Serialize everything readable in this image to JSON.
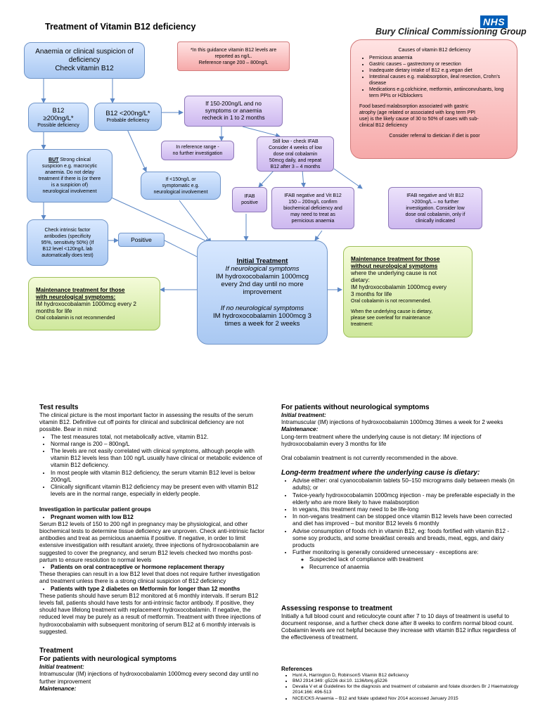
{
  "header": {
    "title": "Treatment of Vitamin B12 deficiency",
    "nhs": "NHS",
    "org": "Bury Clinical Commissioning Group"
  },
  "flow": {
    "start": [
      "Anaemia or clinical suspicion of",
      "deficiency",
      "Check vitamin B12"
    ],
    "note": [
      "*In this guidance vitamin B12 levels are",
      "reported as ng/L.",
      "Reference range 200 – 800ng/L"
    ],
    "b12_high": [
      "B12",
      "≥200ng/L*",
      "Possible deficiency"
    ],
    "b12_low": [
      "B12  <200ng/L*",
      "Probable deficiency"
    ],
    "recheck": [
      "If 150-200ng/L and no",
      "symptoms or anaemia",
      "recheck in 1 to 2 months"
    ],
    "ref_range": [
      "In reference range -",
      "no further investigation"
    ],
    "still_low": [
      "Still low - check IFAB",
      "Consider 4 weeks of low",
      "dose oral cobalamin",
      "50mcg daily, and repeat",
      "B12  after 3 – 4 months"
    ],
    "but_title": "BUT",
    "but_text": [
      "Strong clinical",
      "suspicion e.g. macrocytic",
      "anaemia. Do not delay",
      "treatment if there is (or there",
      "is a suspicion of)",
      "neurological involvement"
    ],
    "lt150": [
      "If <150ng/L or",
      "symptomatic e.g.",
      "neurological involvement"
    ],
    "ifab_pos": [
      "IFAB",
      "positive"
    ],
    "ifab_neg1": [
      "IFAB negative and Vit B12",
      "150 – 200ng/L confirm",
      "biochemical deficiency and",
      "may need to treat as",
      "pernicious anaemia"
    ],
    "ifab_neg2": [
      "IFAB negative and Vit B12",
      ">200ng/L – no further",
      "investigation. Consider low",
      "dose oral cobalamin, only if",
      "clinically indicated"
    ],
    "intrinsic": [
      "Check intrinsic factor",
      "antibodies (specificity",
      "95%, sensitivity 50%) (If",
      "B12 level <120ng/L lab",
      "automatically does test)"
    ],
    "positive": "Positive",
    "initial_title": "Initial Treatment",
    "initial_a": [
      "If neurological symptoms",
      "IM hydroxocobalamin 1000mcg",
      "every 2nd day until no more",
      "improvement"
    ],
    "initial_b": [
      "If no neurological symptoms",
      "IM hydroxocobalamin 1000mcg 3",
      "times a week for 2 weeks"
    ],
    "maint_neuro_title": [
      "Maintenance treatment for those",
      "with neurological symptoms:"
    ],
    "maint_neuro_text": [
      "IM hydroxocobalamin 1000mcg every 2",
      "months for life"
    ],
    "maint_neuro_oral": "Oral cobalamin is not recommended",
    "maint_non_title": [
      "Maintenance treatment for those",
      "without neurological symptoms"
    ],
    "maint_non_text": [
      "where the underlying cause is not",
      "dietary:",
      "IM hydroxocobalamin 1000mcg every",
      "3 months for life"
    ],
    "maint_non_oral": "Oral cobalamin is not recommended.",
    "maint_non_diet": [
      "When the underlying cause is dietary,",
      "please see overleaf for maintenance",
      "treatment:"
    ],
    "causes_title": "Causes of vitamin B12 deficiency",
    "causes": [
      "Pernicious anaemia",
      "Gastric causes – gastrectomy or resection",
      "Inadequate dietary intake of B12 e.g.vegan diet",
      "Intestinal causes e.g. malabsorption, ileal resection, Crohn's disease",
      "Medications e.g.colchicine, metformin, antiinconvulsants, long term PPIs or H2blockers"
    ],
    "causes_food": [
      "Food based malabsorption associated with gastric",
      "atrophy (age related or associated with long term PPI",
      "use) is the likely cause of 30 to 50% of cases with sub-",
      "clinical B12 deficiency"
    ],
    "causes_diet": "Consider referral to dietician if diet is poor"
  },
  "left": {
    "test_title": "Test results",
    "test_intro": "The clinical picture is the most important factor in assessing the results of the serum vitamin B12. Definitive cut off points for clinical and subclinical deficiency are not possible. Bear in mind:",
    "test_bullets": [
      "The test measures total, not metabolically active, vitamin B12.",
      "Normal range is 200 – 800ng/L",
      "The levels are not easily correlated with clinical symptoms, although people with vitamin B12 levels less than 100 ng/L usually have clinical or metabolic evidence of vitamin B12 deficiency.",
      "In most people with vitamin B12 deficiency, the serum vitamin B12 level is below 200ng/L",
      "Clinically significant vitamin B12 deficiency may be present even with vitamin B12 levels are in the normal range, especially in elderly people."
    ],
    "invest_title": "Investigation in particular patient groups",
    "preg_title": "Pregnant women with low B12",
    "preg_text": "Serum B12 levels of 150 to 200 ng/l in pregnancy may be physiological, and other biochemical tests to determine tissue deficiency are unproven. Check anti-intrinsic factor antibodies and treat as pernicious anaemia if positive. If negative, in order to limit extensive investigation with resultant anxiety, three injections of hydroxocobalamin are suggested to cover the pregnancy, and serum B12 levels checked two months post-partum to ensure resolution to normal levels",
    "oral_title": "Patients on oral contraceptive or hormone replacement therapy",
    "oral_text": "These therapies can result in a low B12 level that does not require further investigation and treatment unless there is a strong clinical suspicion of B12 deficiency",
    "t2_title": "Patients with type 2 diabetes on Metformin for longer than 12 months",
    "t2_text": "These patients should have serum B12 monitored at 6 monthly intervals. If serum B12 levels fall, patients should have tests for anti-intrinsic factor antibody. If positive, they should have lifelong treatment with replacement hydroxocobalamin. If negative, the reduced level may be purely as a result of metformin. Treatment with three injections of hydroxocobalamin with subsequent monitoring of serum B12 at 6 monthly intervals is suggested.",
    "treat_title": "Treatment",
    "treat_sub": "For patients with neurological symptoms",
    "treat_initial_label": "Initial treatment:",
    "treat_initial_text": "Intramuscular (IM) injections of hydroxocobalamin 1000mcg every second day until no further improvement",
    "treat_maint_label": "Maintenance:"
  },
  "right": {
    "non_title": "For patients without neurological symptoms",
    "non_initial_label": "Initial treatment:",
    "non_initial_text": "Intramuscular (IM) injections of hydroxocobalamin 1000mcg 3times a week for 2 weeks",
    "non_maint_label": "Maintenance:",
    "non_maint_text": "Long-term treatment where the underlying cause is not dietary: IM injections of hydroxocobalamin every 3 months for life",
    "non_oral": "Oral cobalamin treatment is not currently recommended in the above.",
    "diet_title": "Long-term treatment where the underlying cause is dietary:",
    "diet_bullets": [
      "Advise either: oral cyanocobalamin tablets 50–150 micrograms daily between meals (in adults); or",
      "Twice-yearly hydroxocobalamin 1000mcg injection - may be preferable especially in the elderly who are more likely to have malabsorption",
      "In vegans, this treatment may need to be life-long",
      "In non-vegans treatment can be stopped once vitamin B12 levels have been corrected and diet has improved – but monitor B12 levels 6 monthly",
      "Advise consumption of foods rich in vitamin B12, eg: foods fortified with vitamin B12 - some soy products, and some breakfast cereals and breads, meat, eggs, and dairy products",
      "Further monitoring is generally considered unnecessary - exceptions are:"
    ],
    "diet_sub": [
      "Suspected lack of compliance with treatment",
      "Recurrence of anaemia"
    ],
    "assess_title": "Assessing response to treatment",
    "assess_text": "Initially a full blood count and reticulocyte count after 7 to 10 days of treatment is useful to document response, and a further check done after 8 weeks to confirm normal blood count. Cobalamin levels are not helpful because they increase with vitamin B12 influx regardless of the effectiveness of treatment.",
    "ref_title": "References",
    "refs": [
      "Hunt A, Harrington D, RobinsonS  Vitamin B12 deficiency",
      "BMJ 2914:349: g5226 doi:10. 1136/bmj.g5226",
      "Devalia V et al  Guidelines for the diagnosis and treatment of cobalamin and folate disorders  Br J Haematology 2014:166: 496-513",
      "NICE/CKS Anaemia – B12 and folate updated Nov 2014 accessed January 2015"
    ]
  }
}
